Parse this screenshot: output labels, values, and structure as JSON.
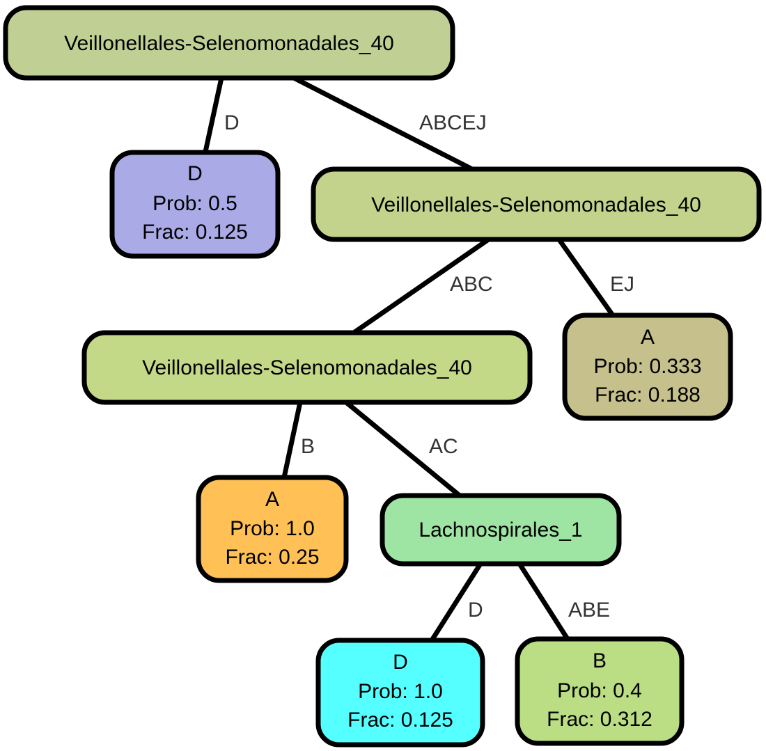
{
  "nodes": {
    "root": {
      "lines": [
        "Veillonellales-Selenomonadales_40"
      ],
      "fill": "#c0d094"
    },
    "leafD1": {
      "lines": [
        "D",
        "Prob: 0.5",
        "Frac: 0.125"
      ],
      "fill": "#aaaae6"
    },
    "mid": {
      "lines": [
        "Veillonellales-Selenomonadales_40"
      ],
      "fill": "#c3d38b"
    },
    "low": {
      "lines": [
        "Veillonellales-Selenomonadales_40"
      ],
      "fill": "#c4d988"
    },
    "leafA1": {
      "lines": [
        "A",
        "Prob: 0.333",
        "Frac: 0.188"
      ],
      "fill": "#c5c08c"
    },
    "leafA2": {
      "lines": [
        "A",
        "Prob: 1.0",
        "Frac: 0.25"
      ],
      "fill": "#ffc155"
    },
    "lach": {
      "lines": [
        "Lachnospirales_1"
      ],
      "fill": "#9ee5a3"
    },
    "leafD2": {
      "lines": [
        "D",
        "Prob: 1.0",
        "Frac: 0.125"
      ],
      "fill": "#55ffff"
    },
    "leafB": {
      "lines": [
        "B",
        "Prob: 0.4",
        "Frac: 0.312"
      ],
      "fill": "#bbdd83"
    }
  },
  "edges": [
    {
      "from": "root",
      "to": "leafD1",
      "label": "D"
    },
    {
      "from": "root",
      "to": "mid",
      "label": "ABCEJ"
    },
    {
      "from": "mid",
      "to": "low",
      "label": "ABC"
    },
    {
      "from": "mid",
      "to": "leafA1",
      "label": "EJ"
    },
    {
      "from": "low",
      "to": "leafA2",
      "label": "B"
    },
    {
      "from": "low",
      "to": "lach",
      "label": "AC"
    },
    {
      "from": "lach",
      "to": "leafD2",
      "label": "D"
    },
    {
      "from": "lach",
      "to": "leafB",
      "label": "ABE"
    }
  ]
}
